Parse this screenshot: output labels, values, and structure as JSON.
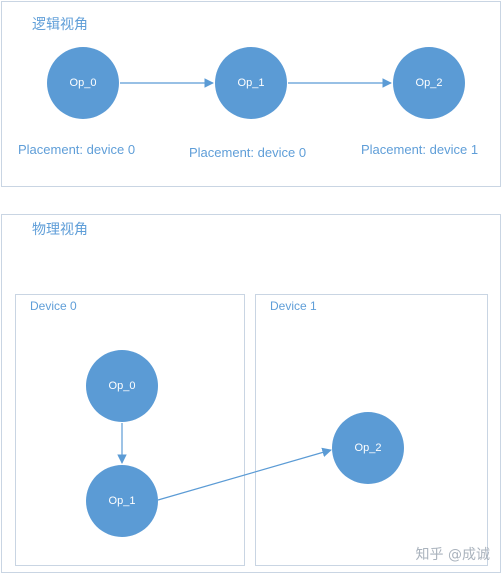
{
  "logical_view": {
    "title": "逻辑视角",
    "nodes": [
      {
        "label": "Op_0",
        "placement": "Placement: device 0"
      },
      {
        "label": "Op_1",
        "placement": "Placement: device 0"
      },
      {
        "label": "Op_2",
        "placement": "Placement: device 1"
      }
    ]
  },
  "physical_view": {
    "title": "物理视角",
    "devices": [
      {
        "title": "Device 0",
        "nodes": [
          "Op_0",
          "Op_1"
        ]
      },
      {
        "title": "Device 1",
        "nodes": [
          "Op_2"
        ]
      }
    ]
  },
  "colors": {
    "node_fill": "#5b9bd5",
    "label_text": "#5f9ed8",
    "border": "#c9d5e3",
    "arrow": "#5b9bd5"
  },
  "watermark": "知乎 @成诚"
}
